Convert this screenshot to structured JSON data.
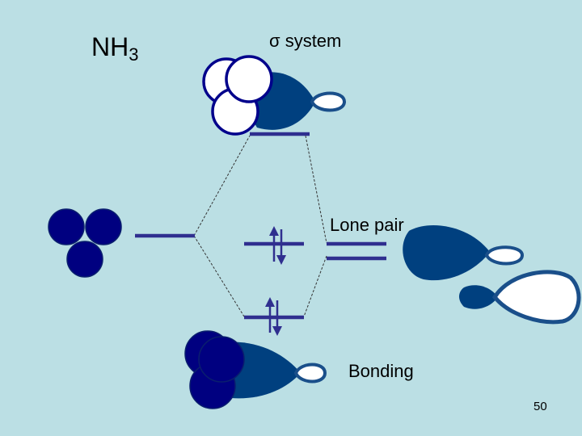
{
  "molecule": {
    "base": "NH",
    "subscript": "3"
  },
  "sigma_system": {
    "symbol": "σ",
    "text": " system"
  },
  "labels": {
    "lone_pair": "Lone pair",
    "bonding": "Bonding"
  },
  "page_number": "50",
  "colors": {
    "background": "#bbdfe4",
    "orbital_fill": "#00407f",
    "h_fill": "#000080",
    "outline": "#00008b",
    "level_line": "#2f2f8f",
    "correlation_line": "#333333",
    "node_outline": "#1a4f8a",
    "white": "#ffffff"
  },
  "icons": {
    "sigma_orbital": "empty-h-spheres-with-n-lobe",
    "h3_fragment": "three-filled-h-spheres",
    "lone_pair_orbital": "n-lobe-with-small-back-lobe",
    "bonding_orbital": "filled-h-spheres-with-n-lobe",
    "spin_arrows": "up-down-arrow-pair"
  }
}
